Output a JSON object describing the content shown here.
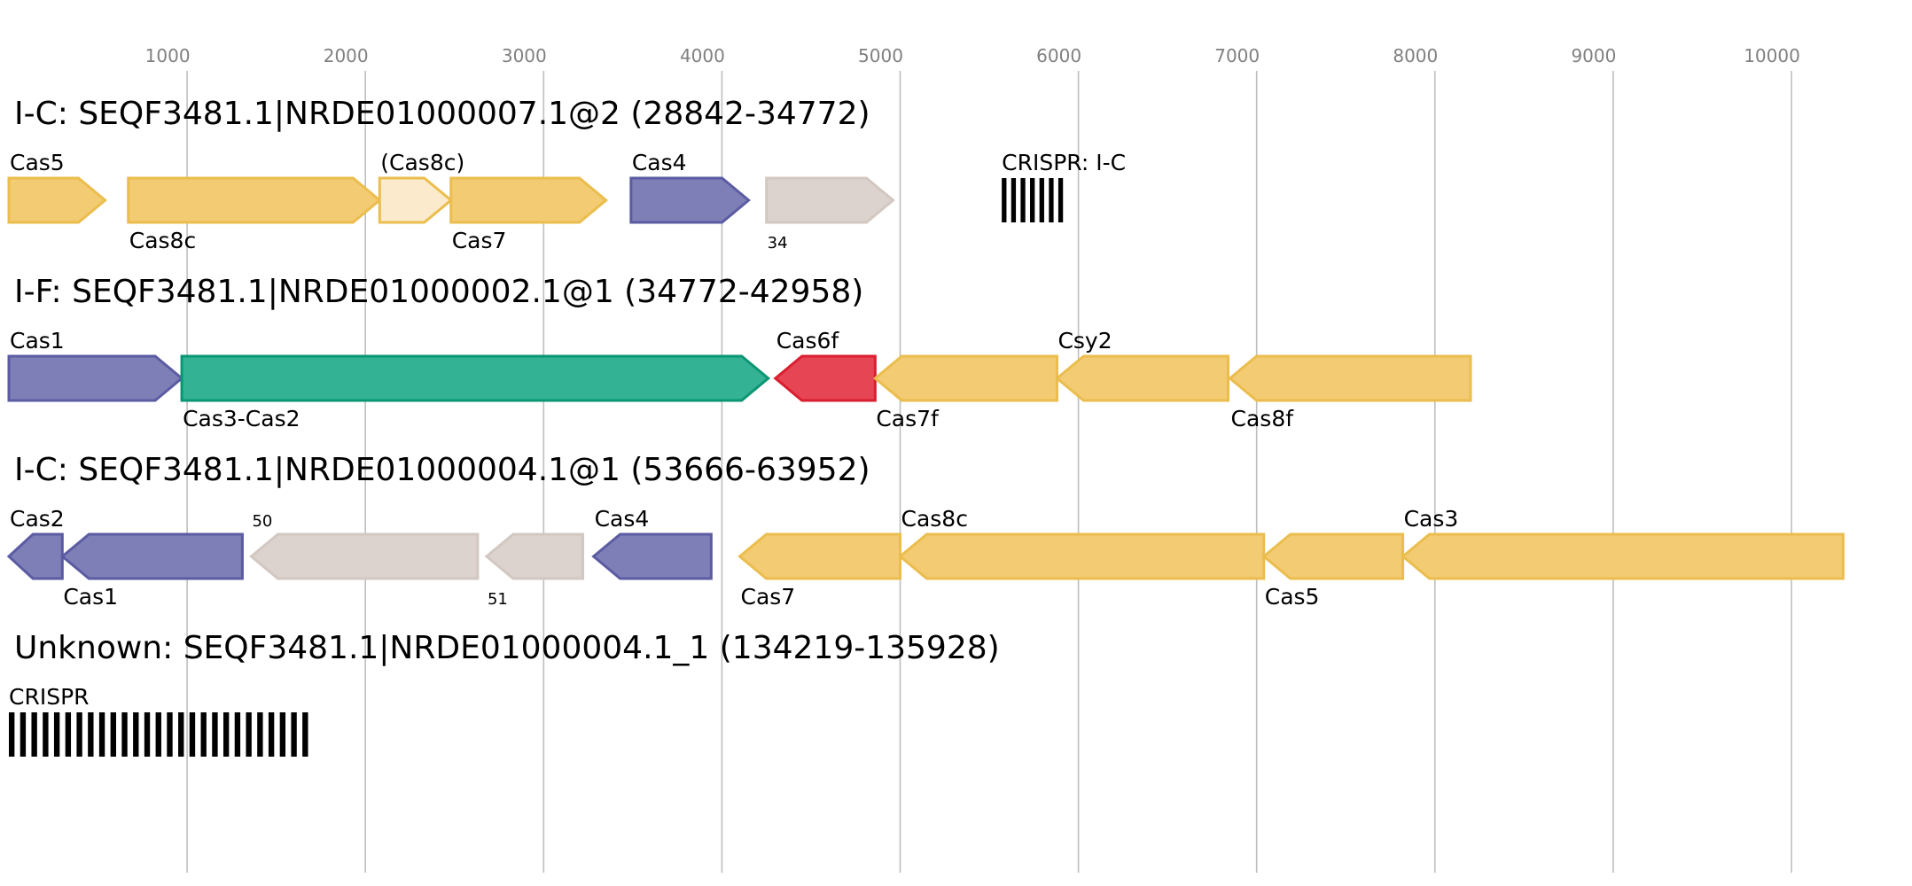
{
  "colors": {
    "yellow_fill": "#f2cb73",
    "yellow_stroke": "#ebbd4d",
    "light_yellow_fill": "#fbeacb",
    "purple_fill": "#7f7fb8",
    "purple_stroke": "#5b5ba3",
    "green_fill": "#33b294",
    "green_stroke": "#0b9673",
    "red_fill": "#e64553",
    "red_stroke": "#d91f30",
    "gray_fill": "#dcd3ce",
    "gray_stroke": "#d2c8c1",
    "crispr": "#000000",
    "grid": "#bfbfbf",
    "tick_label": "#808080"
  },
  "axis": {
    "ticks": [
      "1000",
      "2000",
      "3000",
      "4000",
      "5000",
      "6000",
      "7000",
      "8000",
      "9000",
      "10000"
    ]
  },
  "loci": [
    {
      "title": "I-C: SEQF3481.1|NRDE01000007.1@2 (28842-34772)",
      "genes": [
        {
          "label": "Cas5",
          "start": 0,
          "end": 540,
          "strand": 1,
          "color": "yellow",
          "label_pos": "above"
        },
        {
          "label": "Cas8c",
          "start": 670,
          "end": 2080,
          "strand": 1,
          "color": "yellow",
          "label_pos": "below"
        },
        {
          "label": "(Cas8c)",
          "start": 2080,
          "end": 2480,
          "strand": 1,
          "color": "light_yellow",
          "label_pos": "above"
        },
        {
          "label": "Cas7",
          "start": 2480,
          "end": 3350,
          "strand": 1,
          "color": "yellow",
          "label_pos": "below"
        },
        {
          "label": "Cas4",
          "start": 3490,
          "end": 4150,
          "strand": 1,
          "color": "purple",
          "label_pos": "above"
        },
        {
          "label": "34",
          "start": 4250,
          "end": 4960,
          "strand": 1,
          "color": "gray",
          "label_pos": "below_small"
        }
      ],
      "crispr": {
        "label": "CRISPR: I-C",
        "start": 5570,
        "end": 5940,
        "count": 7
      }
    },
    {
      "title": "I-F: SEQF3481.1|NRDE01000002.1@1 (34772-42958)",
      "genes": [
        {
          "label": "Cas1",
          "start": 0,
          "end": 970,
          "strand": 1,
          "color": "purple",
          "label_pos": "above"
        },
        {
          "label": "Cas3-Cas2",
          "start": 970,
          "end": 4260,
          "strand": 1,
          "color": "green",
          "label_pos": "below"
        },
        {
          "label": "Cas6f",
          "start": 4300,
          "end": 4860,
          "strand": -1,
          "color": "red",
          "label_pos": "above"
        },
        {
          "label": "Cas7f",
          "start": 4860,
          "end": 5880,
          "strand": -1,
          "color": "yellow",
          "label_pos": "below"
        },
        {
          "label": "Csy2",
          "start": 5880,
          "end": 6840,
          "strand": -1,
          "color": "yellow",
          "label_pos": "above"
        },
        {
          "label": "Cas8f",
          "start": 6850,
          "end": 8200,
          "strand": -1,
          "color": "yellow",
          "label_pos": "below"
        }
      ]
    },
    {
      "title": "I-C: SEQF3481.1|NRDE01000004.1@1 (53666-63952)",
      "genes": [
        {
          "label": "Cas2",
          "start": 0,
          "end": 300,
          "strand": -1,
          "color": "purple",
          "label_pos": "above"
        },
        {
          "label": "Cas1",
          "start": 300,
          "end": 1310,
          "strand": -1,
          "color": "purple",
          "label_pos": "below"
        },
        {
          "label": "50",
          "start": 1360,
          "end": 2630,
          "strand": -1,
          "color": "gray",
          "label_pos": "above_small"
        },
        {
          "label": "51",
          "start": 2680,
          "end": 3220,
          "strand": -1,
          "color": "gray",
          "label_pos": "below_small"
        },
        {
          "label": "Cas4",
          "start": 3280,
          "end": 3940,
          "strand": -1,
          "color": "purple",
          "label_pos": "above"
        },
        {
          "label": "Cas7",
          "start": 4100,
          "end": 5000,
          "strand": -1,
          "color": "yellow",
          "label_pos": "below"
        },
        {
          "label": "Cas8c",
          "start": 5000,
          "end": 7040,
          "strand": -1,
          "color": "yellow",
          "label_pos": "above"
        },
        {
          "label": "Cas5",
          "start": 7040,
          "end": 7820,
          "strand": -1,
          "color": "yellow",
          "label_pos": "below"
        },
        {
          "label": "Cas3",
          "start": 7820,
          "end": 10290,
          "strand": -1,
          "color": "yellow",
          "label_pos": "above"
        }
      ]
    },
    {
      "title": "Unknown: SEQF3481.1|NRDE01000004.1_1 (134219-135928)",
      "genes": [],
      "crispr": {
        "label": "CRISPR",
        "start": 0,
        "end": 1710,
        "count": 27
      }
    }
  ]
}
